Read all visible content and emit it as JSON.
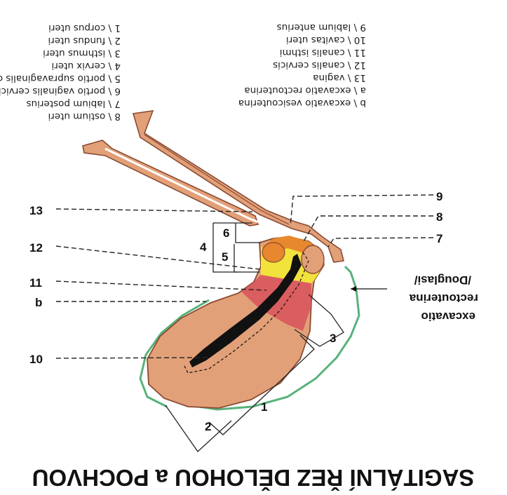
{
  "legend_left": [
    {
      "n": "8",
      "text": "ostium uteri"
    },
    {
      "n": "7",
      "text": "labium posterius"
    },
    {
      "n": "6",
      "text": "portio vaginalis cervicis uteri"
    },
    {
      "n": "5",
      "text": "portio supravaginalis cervicis uteri"
    },
    {
      "n": "4",
      "text": "cervix uteri"
    },
    {
      "n": "3",
      "text": "isthmus uteri"
    },
    {
      "n": "2",
      "text": "fundus uteri"
    },
    {
      "n": "1",
      "text": "corpus uteri"
    }
  ],
  "legend_right": [
    {
      "n": "b",
      "text": "excavatio vesicouterina"
    },
    {
      "n": "a",
      "text": "excavatio rectouterina"
    },
    {
      "n": "13",
      "text": "vagina"
    },
    {
      "n": "12",
      "text": "canalis cervicis"
    },
    {
      "n": "11",
      "text": "canalis isthmi"
    },
    {
      "n": "10",
      "text": "cavitas uteri"
    },
    {
      "n": "9",
      "text": "labium anterius"
    }
  ],
  "callouts": {
    "left": [
      "13",
      "12",
      "11",
      "b",
      "10"
    ],
    "right": [
      "9",
      "8",
      "7"
    ],
    "bracket": [
      "6",
      "5",
      "4",
      "3",
      "1",
      "2"
    ]
  },
  "side_label": [
    "excavatio",
    "rectouterina",
    "/Douglasi/"
  ],
  "title": "SAGITÁLNÍ ŘEZ DĚLOHOU a POCHVOU",
  "colors": {
    "uterus": "#E2A078",
    "uterus_outline": "#8A4A33",
    "cavity": "#111111",
    "isthmus_red": "#D9555C",
    "cervix_yellow": "#F2E23C",
    "portio_orange": "#E7872E",
    "peritoneum_green": "#58B27A",
    "text": "#111111"
  }
}
